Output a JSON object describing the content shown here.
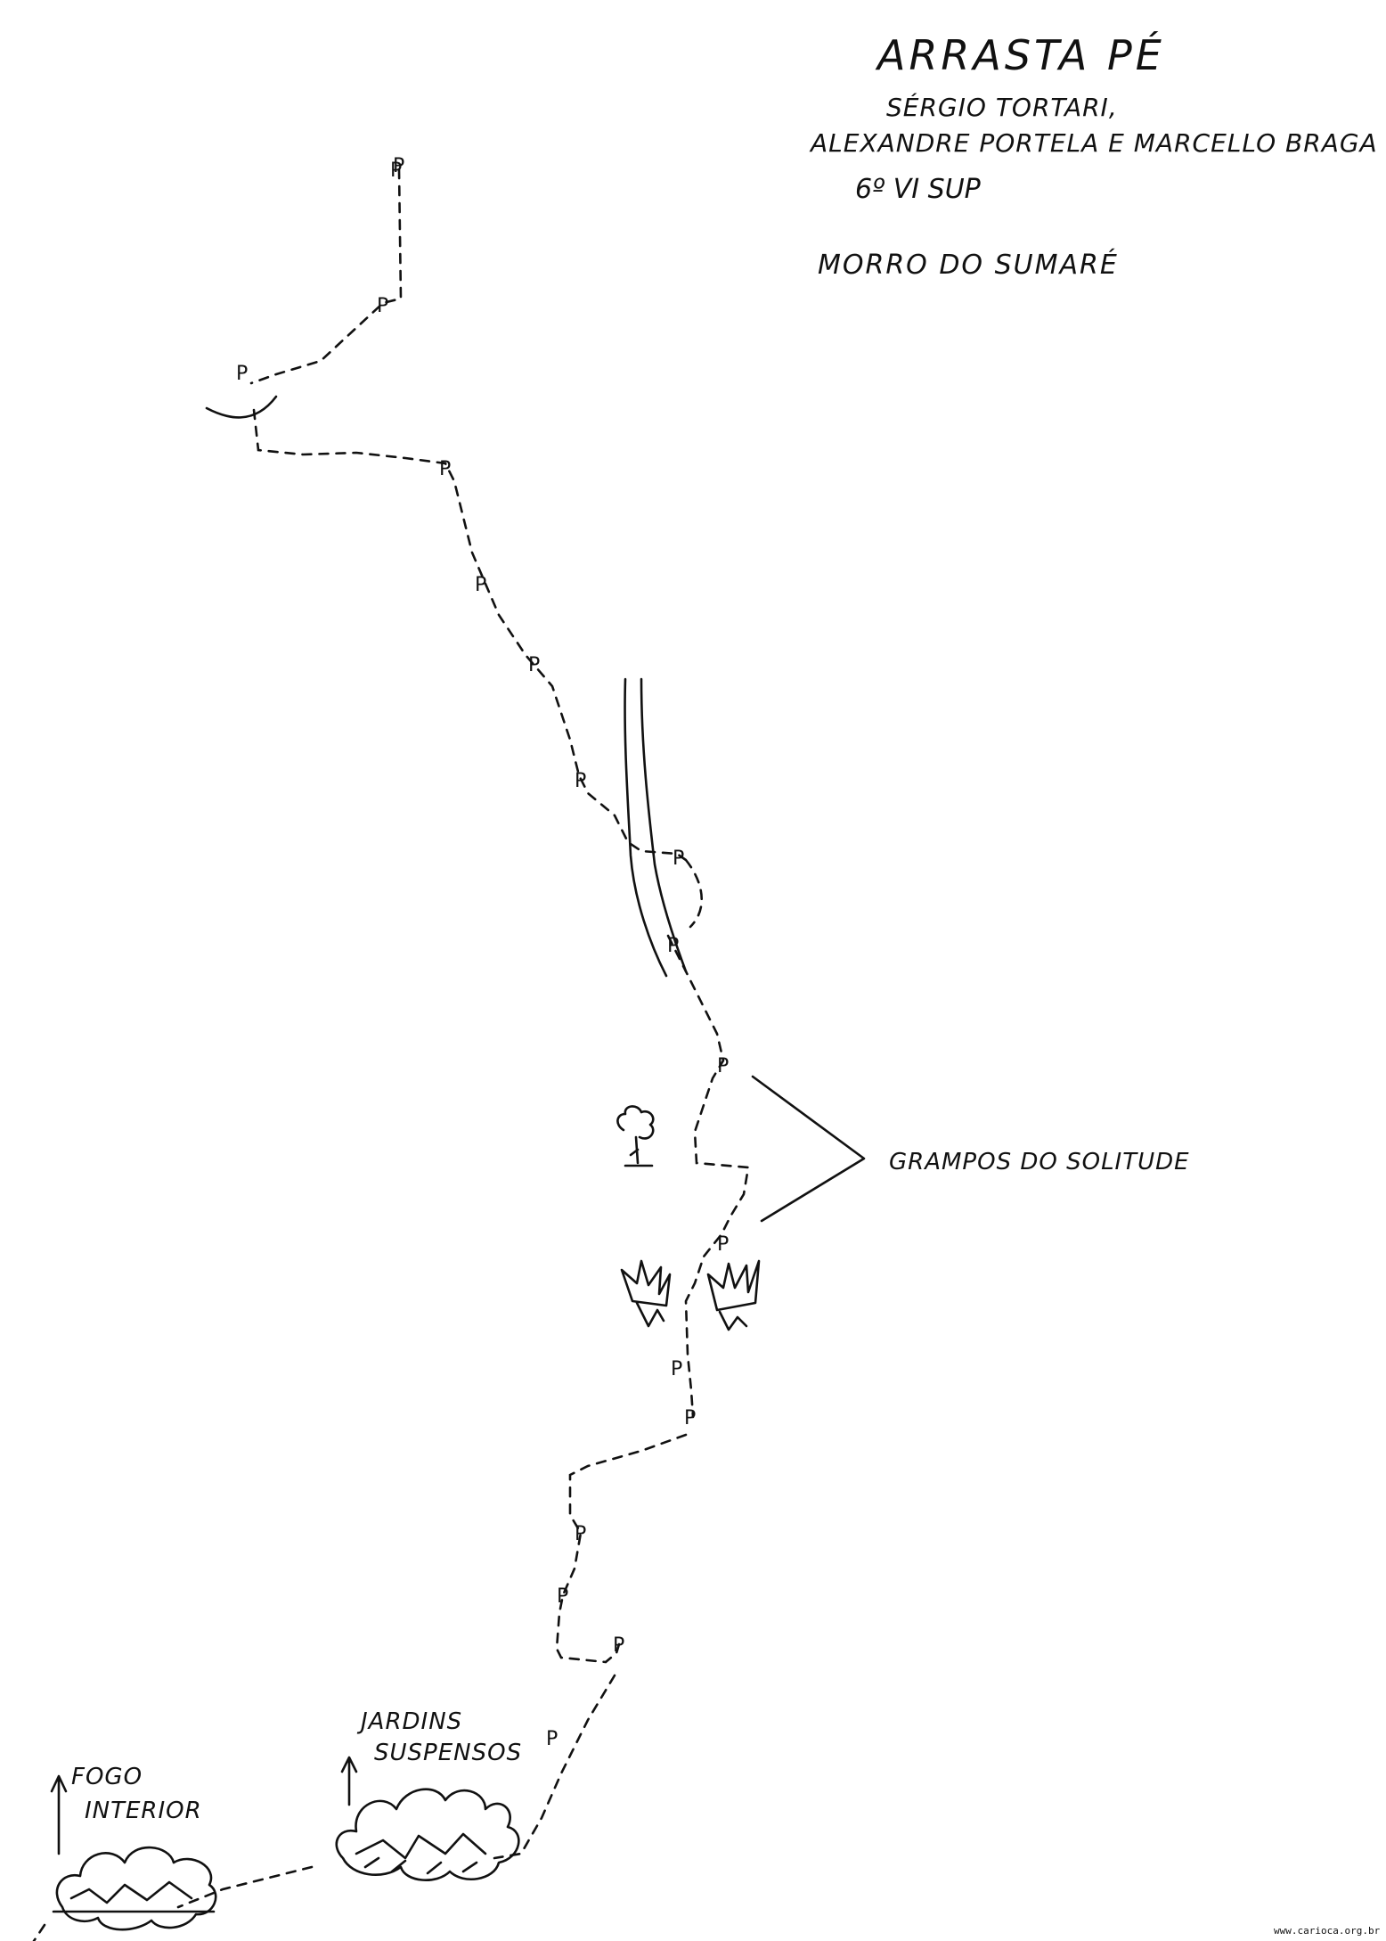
{
  "topo": {
    "title": "ARRASTA PÉ",
    "authors_line1": "SÉRGIO TORTARI,",
    "authors_line2": "ALEXANDRE PORTELA E MARCELLO BRAGA",
    "grade": "6º VI SUP",
    "location": "MORRO DO SUMARÉ",
    "bolt_symbol": "P",
    "annotations": {
      "grampos": "GRAMPOS DO SOLITUDE",
      "jardins_line1": "JARDINS",
      "jardins_line2": "SUSPENSOS",
      "fogo_line1": "FOGO",
      "fogo_line2": "INTERIOR"
    },
    "footer": "www.carioca.org.br",
    "bolt_count": 18,
    "icons": [
      "bolt-marker",
      "roof-overhang",
      "crack-lines",
      "small-tree-icon",
      "bromeliad-icon",
      "bush-icon",
      "arrow-up-icon"
    ]
  }
}
